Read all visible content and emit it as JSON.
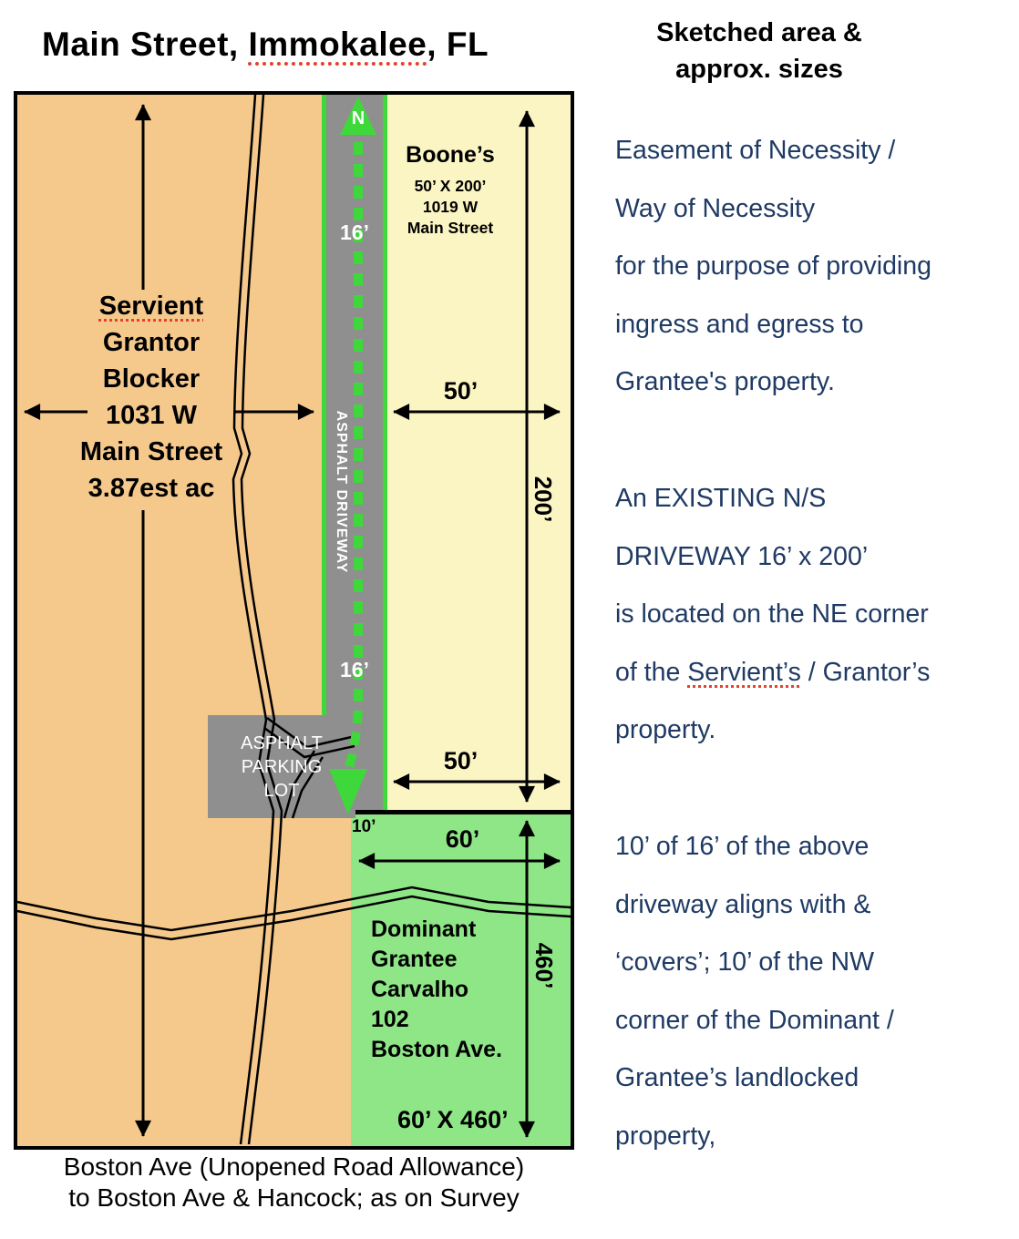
{
  "title": {
    "pre": "Main Street, ",
    "city": "Immokalee",
    "post": ", FL"
  },
  "subtitle": {
    "line1": "Sketched area &",
    "line2": "approx. sizes"
  },
  "diagram": {
    "boones": {
      "name": "Boone’s",
      "size": "50’ X 200’",
      "address1": "1019 W",
      "address2": "Main Street"
    },
    "servient": {
      "line1": "Servient",
      "line2": "Grantor",
      "line3": "Blocker",
      "line4": "1031 W",
      "line5": "Main Street",
      "line6": "3.87est ac"
    },
    "driveway": {
      "north": "N",
      "width_top": "16’",
      "width_bottom": "16’",
      "label": "ASPHALT DRIVEWAY"
    },
    "parking": {
      "line1": "ASPHALT",
      "line2": "PARKING",
      "line3": "LOT"
    },
    "grantee": {
      "line1": "Dominant",
      "line2": "Grantee",
      "line3": "Carvalho",
      "line4": "102",
      "line5": "Boston Ave.",
      "size": "60’ X 460’"
    },
    "dimensions": {
      "top_50": "50’",
      "right_200": "200’",
      "mid_50": "50’",
      "gap_10": "10’",
      "bottom_60": "60’",
      "right_460": "460’"
    },
    "caption": {
      "line1": "Boston Ave (Unopened Road Allowance)",
      "line2": "to Boston Ave & Hancock; as on Survey"
    }
  },
  "notes": {
    "p1": [
      "Easement of Necessity /",
      "Way of Necessity",
      "for the purpose of providing",
      "ingress and egress to",
      "Grantee's property."
    ],
    "p2": [
      "An EXISTING N/S",
      "DRIVEWAY 16’ x 200’",
      "is located on the NE corner"
    ],
    "p2_servient": {
      "pre": "of the ",
      "underlined": "Servient’s",
      "post": " / Grantor’s"
    },
    "p2_end": "property.",
    "p3": [
      "10’ of 16’ of the above",
      "driveway aligns with &",
      "‘covers’; 10’ of the NW",
      "corner of the Dominant /",
      "Grantee’s landlocked",
      "property,"
    ]
  },
  "colors": {
    "servient_fill": "#f5c98c",
    "boones_fill": "#fbf5c3",
    "grantee_fill": "#8fe687",
    "asphalt_fill": "#8f8f8f",
    "arrow_green": "#3ed83a",
    "note_text": "#1f3a64",
    "underline_red": "#e8402a"
  }
}
